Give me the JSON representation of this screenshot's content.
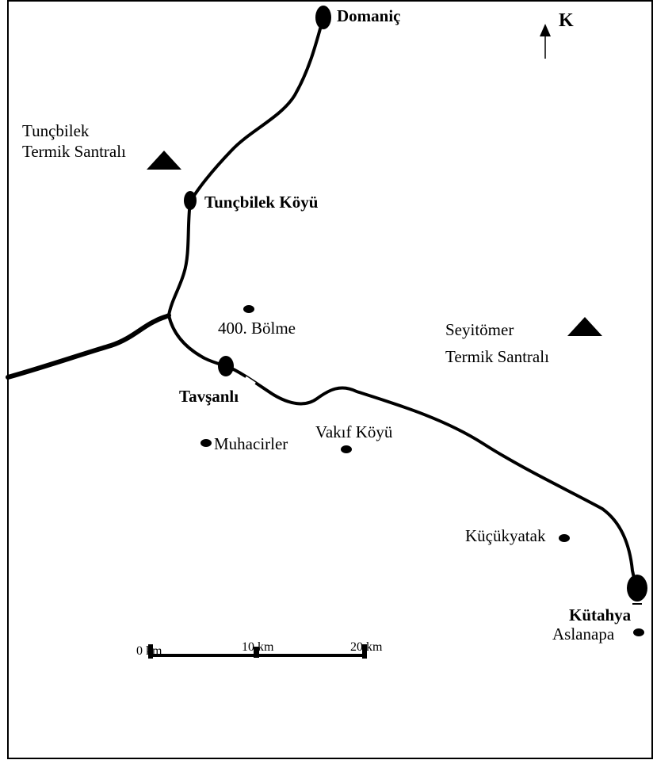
{
  "north_label": "K",
  "cities": {
    "domanic": "Domaniç",
    "tuncbilek_koyu": "Tunçbilek Köyü",
    "tavsanli": "Tavşanlı",
    "kutahya": "Kütahya"
  },
  "villages": {
    "bolme_400": "400. Bölme",
    "muhacirler": "Muhacirler",
    "vakif_koyu": "Vakıf Köyü",
    "kucukyatak": "Küçükyatak",
    "aslanapa": "Aslanapa"
  },
  "power_plants": {
    "tuncbilek_line1": "Tunçbilek",
    "tuncbilek_line2": "Termik Santralı",
    "seyitomer_line1": "Seyitömer",
    "seyitomer_line2": "Termik Santralı"
  },
  "scale": {
    "label_0": "0 km",
    "label_10": "10 km",
    "label_20": "20 km"
  }
}
